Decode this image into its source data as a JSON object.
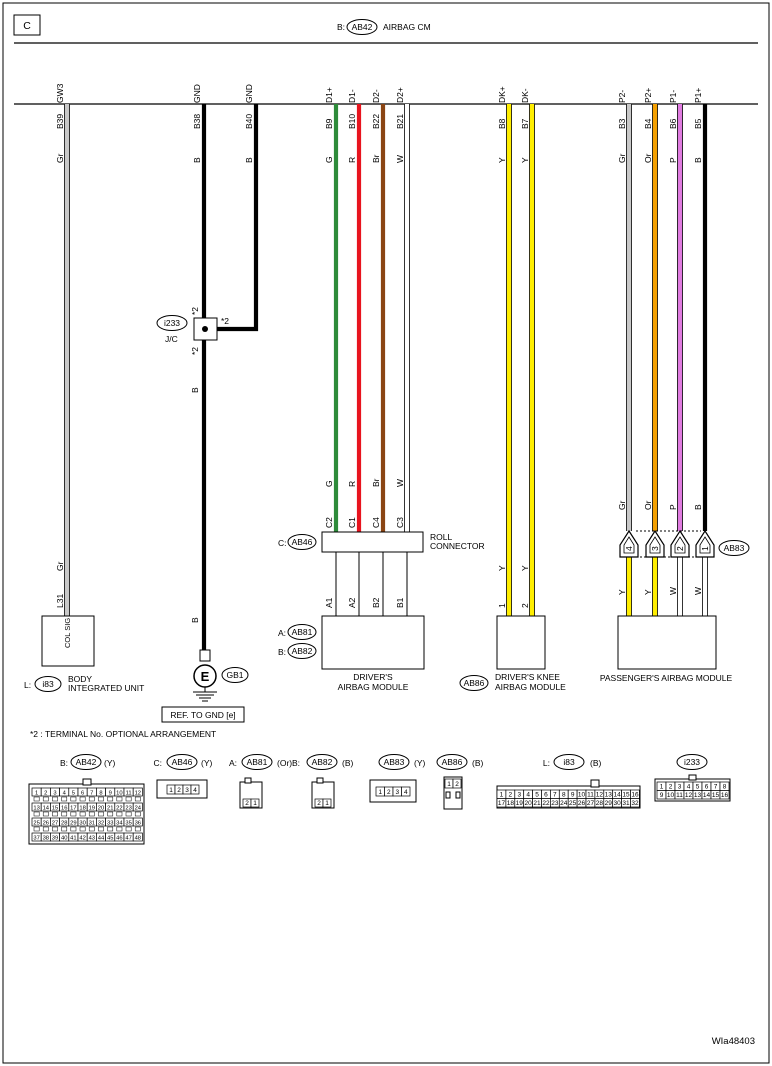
{
  "page": {
    "section": "C",
    "figure_id": "WIa48403",
    "footnote": "*2  : TERMINAL No. OPTIONAL ARRANGEMENT",
    "ground_ref": "REF. TO GND [e]"
  },
  "header": {
    "prefix": "B:",
    "connector": "AB42",
    "name": "AIRBAG CM"
  },
  "colors": {
    "Gr": "#c8c8c8",
    "B": "#000000",
    "G": "#2e8b3a",
    "R": "#e8141e",
    "Br": "#8b4513",
    "W": "#ffffff",
    "Y": "#ffee00",
    "Or": "#f5a000",
    "P": "#e07be0"
  },
  "cm_pins": [
    {
      "pin": "B39",
      "signal": "GW3",
      "wire": "Gr"
    },
    {
      "pin": "B38",
      "signal": "GND",
      "wire": "B"
    },
    {
      "pin": "B40",
      "signal": "GND",
      "wire": "B"
    },
    {
      "pin": "B9",
      "signal": "D1+",
      "wire": "G"
    },
    {
      "pin": "B10",
      "signal": "D1-",
      "wire": "R"
    },
    {
      "pin": "B22",
      "signal": "D2-",
      "wire": "Br"
    },
    {
      "pin": "B21",
      "signal": "D2+",
      "wire": "W"
    },
    {
      "pin": "B8",
      "signal": "DK+",
      "wire": "Y"
    },
    {
      "pin": "B7",
      "signal": "DK-",
      "wire": "Y"
    },
    {
      "pin": "B3",
      "signal": "P2-",
      "wire": "Gr"
    },
    {
      "pin": "B4",
      "signal": "P2+",
      "wire": "Or"
    },
    {
      "pin": "B6",
      "signal": "P1-",
      "wire": "P"
    },
    {
      "pin": "B5",
      "signal": "P1+",
      "wire": "B"
    }
  ],
  "body_unit": {
    "prefix": "L:",
    "connector": "i83",
    "line1": "BODY",
    "line2": "INTEGRATED UNIT",
    "pin": "L31",
    "wire": "Gr",
    "internal": "COL SIG"
  },
  "jc": {
    "connector": "i233",
    "label": "J/C",
    "marks": [
      "*2",
      "*2",
      "*2"
    ],
    "wire_out": "B",
    "ground_wire": "B"
  },
  "ground": {
    "symbol": "E",
    "connector": "GB1"
  },
  "roll_connector": {
    "prefix": "C:",
    "connector": "AB46",
    "line1": "ROLL",
    "line2": "CONNECTOR",
    "top_pins": [
      "C2",
      "C1",
      "C4",
      "C3"
    ],
    "top_wires": [
      "G",
      "R",
      "Br",
      "W"
    ],
    "bottom_pins": [
      "A1",
      "A2",
      "B2",
      "B1"
    ]
  },
  "drivers_module": {
    "connectors": [
      {
        "prefix": "A:",
        "name": "AB81"
      },
      {
        "prefix": "B:",
        "name": "AB82"
      }
    ],
    "line1": "DRIVER'S",
    "line2": "AIRBAG MODULE"
  },
  "knee_module": {
    "connector": "AB86",
    "line1": "DRIVER'S KNEE",
    "line2": "AIRBAG MODULE",
    "pins": [
      "1",
      "2"
    ],
    "wires": [
      "Y",
      "Y"
    ]
  },
  "passenger_module": {
    "connector": "AB83",
    "name": "PASSENGER'S AIRBAG MODULE",
    "top_wires": [
      "Gr",
      "Or",
      "P",
      "B"
    ],
    "pins": [
      "4",
      "3",
      "2",
      "1"
    ],
    "bottom_wires": [
      "Y",
      "Y",
      "W",
      "W"
    ]
  },
  "connector_views": [
    {
      "prefix": "B:",
      "name": "AB42",
      "color": "(Y)"
    },
    {
      "prefix": "C:",
      "name": "AB46",
      "color": "(Y)"
    },
    {
      "prefix": "A:",
      "name": "AB81",
      "color": "(Or)"
    },
    {
      "prefix": "B:",
      "name": "AB82",
      "color": "(B)"
    },
    {
      "prefix": "",
      "name": "AB83",
      "color": "(Y)"
    },
    {
      "prefix": "",
      "name": "AB86",
      "color": "(B)"
    },
    {
      "prefix": "L:",
      "name": "i83",
      "color": "(B)"
    },
    {
      "prefix": "",
      "name": "i233",
      "color": ""
    }
  ],
  "connector_pin_rows": {
    "AB42": [
      [
        "1",
        "2",
        "3",
        "4",
        "5",
        "6",
        "7",
        "8",
        "9",
        "10",
        "11",
        "12"
      ],
      [
        "13",
        "14",
        "15",
        "16",
        "17",
        "18",
        "19",
        "20",
        "21",
        "22",
        "23",
        "24"
      ],
      [
        "25",
        "26",
        "27",
        "28",
        "29",
        "30",
        "31",
        "32",
        "33",
        "34",
        "35",
        "36"
      ],
      [
        "37",
        "38",
        "39",
        "40",
        "41",
        "42",
        "43",
        "44",
        "45",
        "46",
        "47",
        "48"
      ]
    ],
    "AB46": [
      [
        "1",
        "2",
        "3",
        "4"
      ]
    ],
    "AB81": [
      [
        "2",
        "1"
      ]
    ],
    "AB82": [
      [
        "2",
        "1"
      ]
    ],
    "AB83": [
      [
        "1",
        "2",
        "3",
        "4"
      ]
    ],
    "AB86": [
      [
        "1",
        "2"
      ]
    ],
    "i83": [
      [
        "1",
        "2",
        "3",
        "4",
        "5",
        "6",
        "7",
        "8",
        "9",
        "10",
        "11",
        "12",
        "13",
        "14",
        "15",
        "16"
      ],
      [
        "17",
        "18",
        "19",
        "20",
        "21",
        "22",
        "23",
        "24",
        "25",
        "26",
        "27",
        "28",
        "29",
        "30",
        "31",
        "32"
      ]
    ],
    "i233": [
      [
        "1",
        "2",
        "3",
        "4",
        "5",
        "6",
        "7",
        "8"
      ],
      [
        "9",
        "10",
        "11",
        "12",
        "13",
        "14",
        "15",
        "16"
      ]
    ]
  }
}
